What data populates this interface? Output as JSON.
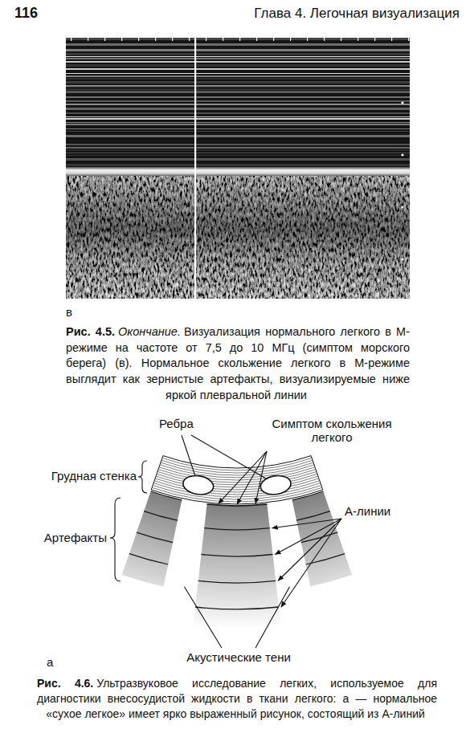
{
  "diagram": {
    "labels": [
      "116",
      "Глава 4. Легочная визуализация",
      "в",
      "Рис. 4.5.",
      "Окончание.",
      "Визуализация нормального легкого в М-режиме на частоте от 7,5 до 10 МГц (симптом морского берега) (в). Нормальное скольжение легкого в М-режиме выглядит как зернистые артефакты, визуализируемые ниже яркой плевральной линии",
      "Ребра",
      "Симптом скольжения легкого",
      "Грудная стенка",
      "А-линии",
      "Артефакты",
      "Акустические тени",
      "а",
      "Рис. 4.6.",
      "Ультразвуковое исследование легких, используемое для диагностики внесосудистой жидкости в ткани легкого: а — нормальное «сухое легкое» имеет ярко выраженный рисунок, состоящий из А-линий"
    ]
  }
}
